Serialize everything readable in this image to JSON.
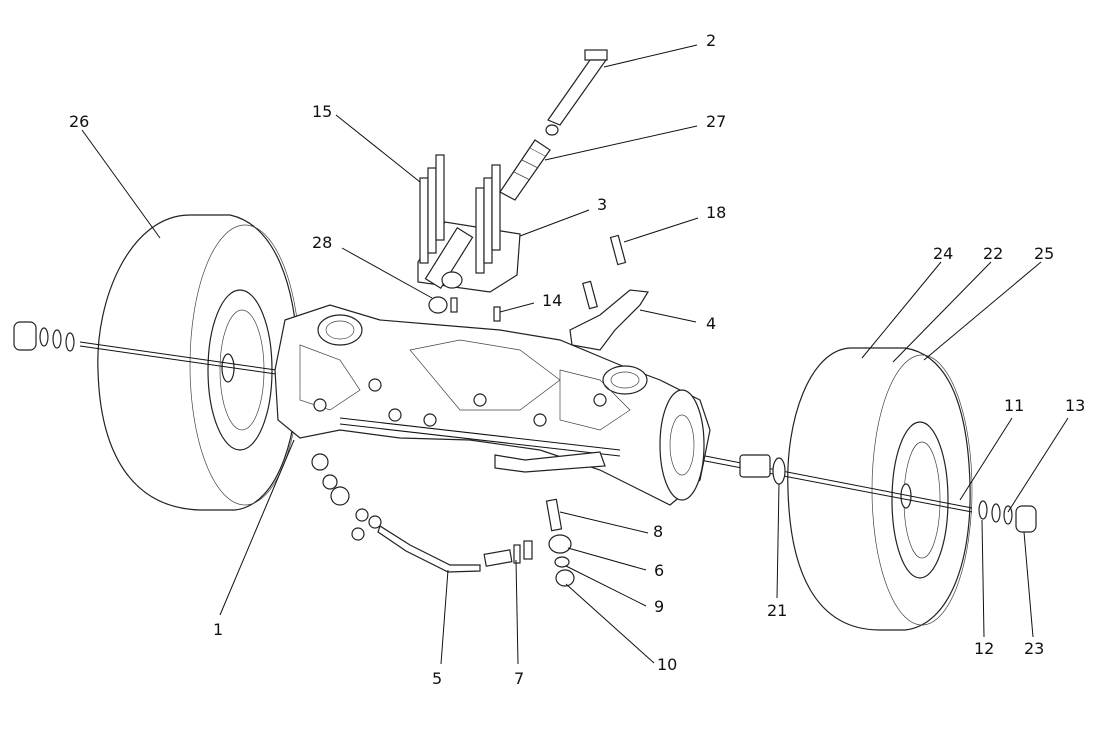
{
  "diagram": {
    "callouts": [
      "1",
      "2",
      "3",
      "4",
      "5",
      "6",
      "7",
      "8",
      "9",
      "10",
      "11",
      "12",
      "13",
      "14",
      "15",
      "18",
      "21",
      "22",
      "23",
      "24",
      "25",
      "26",
      "27",
      "28"
    ]
  }
}
